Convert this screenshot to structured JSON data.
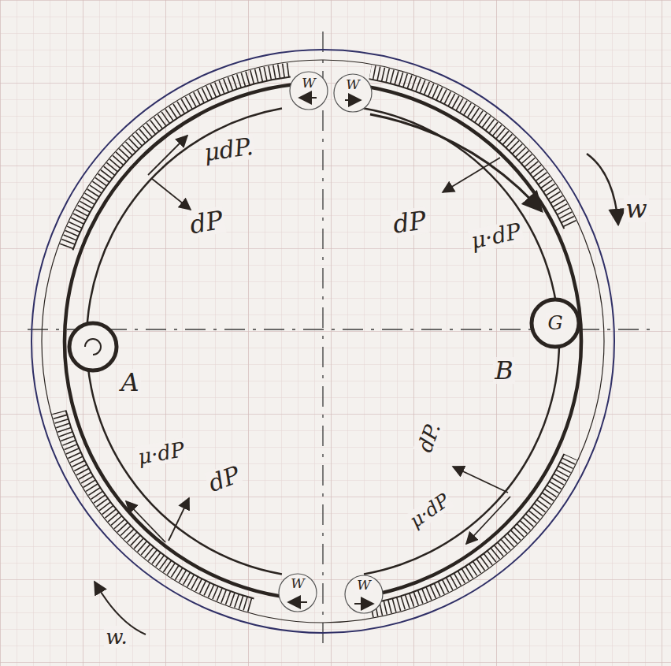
{
  "diagram": {
    "labels": [
      "W",
      "W",
      "μdP.",
      "dP",
      "dP",
      "μ·dP",
      "A",
      "G",
      "B",
      "μ·dP",
      "dP",
      "dP.",
      "μ·dP",
      "W",
      "W",
      "w",
      "w."
    ]
  }
}
